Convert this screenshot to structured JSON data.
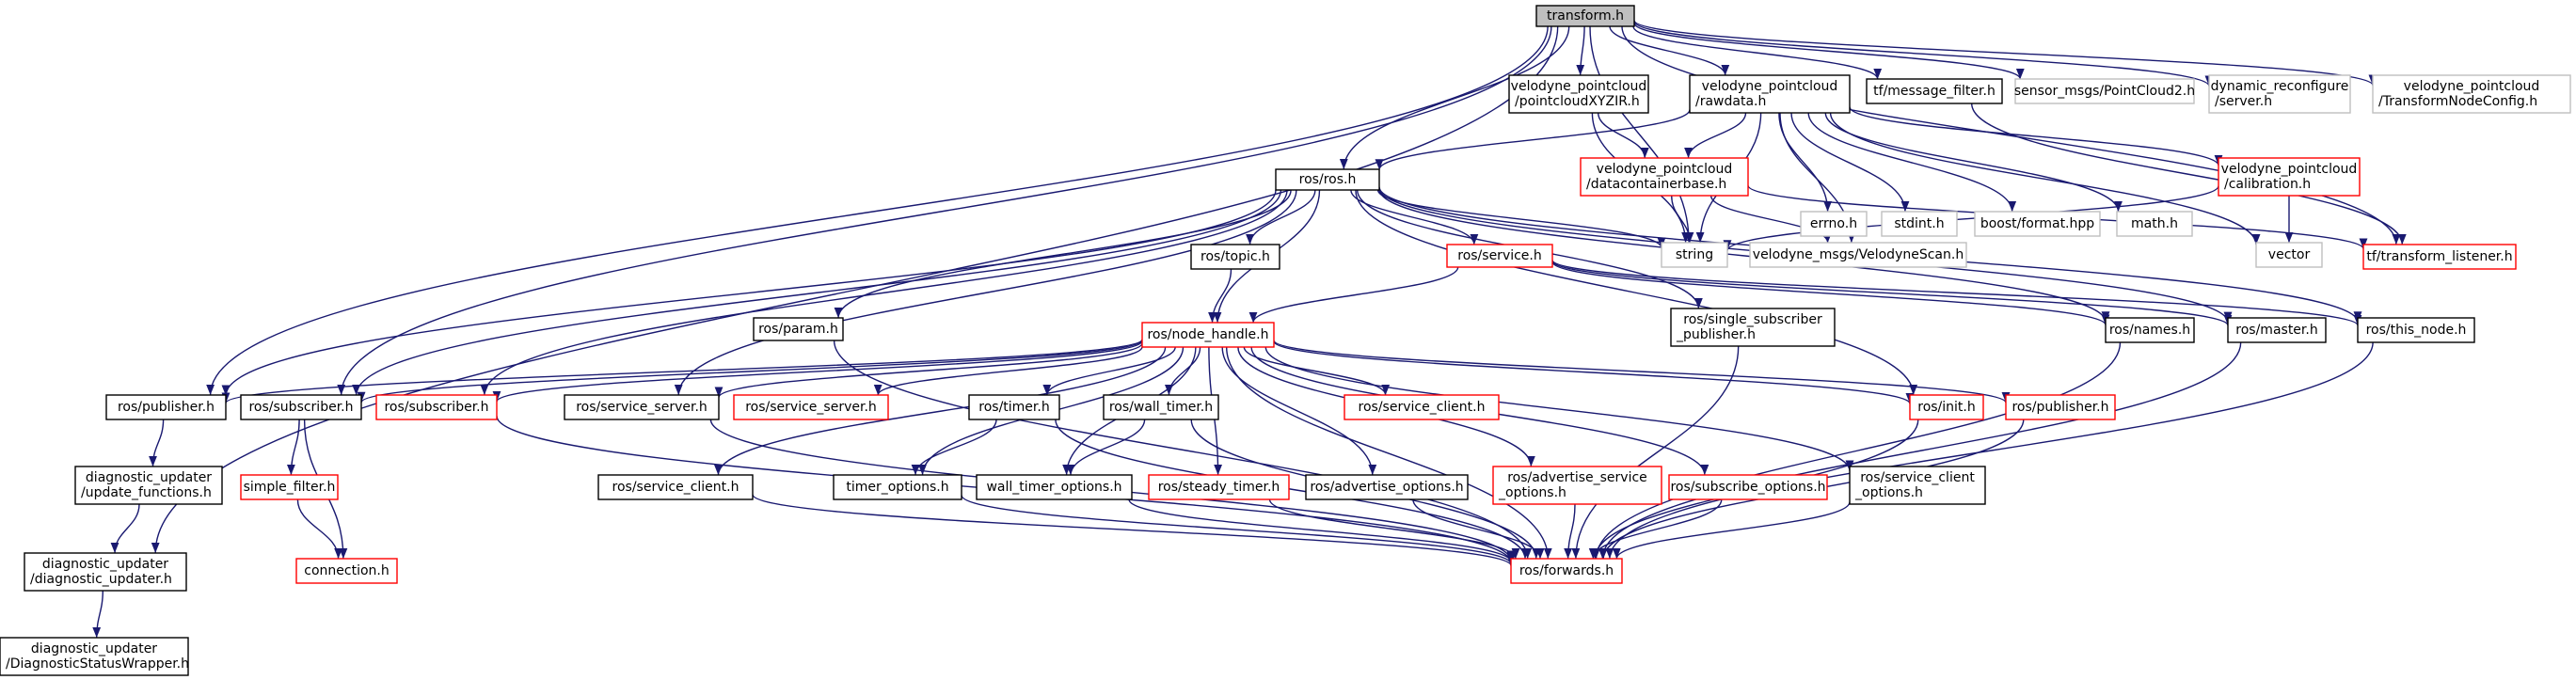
{
  "graph": {
    "colors": {
      "edge": "#191970",
      "root_fill": "#bfbfbf",
      "default_border": "#000000",
      "missing_border": "#bfbfbf",
      "red_border": "#ff0000",
      "missing_text": "#7f7f7f"
    },
    "nodes": [
      {
        "id": "n0",
        "lines": [
          "transform.h"
        ],
        "style": "root"
      },
      {
        "id": "n1",
        "lines": [
          "velodyne_pointcloud",
          "/pointcloudXYZIR.h"
        ],
        "style": "default"
      },
      {
        "id": "n2",
        "lines": [
          "velodyne_pointcloud",
          "/rawdata.h"
        ],
        "style": "default"
      },
      {
        "id": "n3",
        "lines": [
          "tf/message_filter.h"
        ],
        "style": "default"
      },
      {
        "id": "n4",
        "lines": [
          "sensor_msgs/PointCloud2.h"
        ],
        "style": "missing"
      },
      {
        "id": "n5",
        "lines": [
          "dynamic_reconfigure",
          "/server.h"
        ],
        "style": "missing"
      },
      {
        "id": "n6",
        "lines": [
          "velodyne_pointcloud",
          "/TransformNodeConfig.h"
        ],
        "style": "missing"
      },
      {
        "id": "n7",
        "lines": [
          "ros/ros.h"
        ],
        "style": "default"
      },
      {
        "id": "n8",
        "lines": [
          "velodyne_pointcloud",
          "/datacontainerbase.h"
        ],
        "style": "red"
      },
      {
        "id": "n9",
        "lines": [
          "errno.h"
        ],
        "style": "missing"
      },
      {
        "id": "n10",
        "lines": [
          "stdint.h"
        ],
        "style": "missing"
      },
      {
        "id": "n11",
        "lines": [
          "boost/format.hpp"
        ],
        "style": "missing"
      },
      {
        "id": "n12",
        "lines": [
          "math.h"
        ],
        "style": "missing"
      },
      {
        "id": "n13",
        "lines": [
          "velodyne_pointcloud",
          "/calibration.h"
        ],
        "style": "red"
      },
      {
        "id": "n14",
        "lines": [
          "string"
        ],
        "style": "missing"
      },
      {
        "id": "n15",
        "lines": [
          "velodyne_msgs/VelodyneScan.h"
        ],
        "style": "missing"
      },
      {
        "id": "n16",
        "lines": [
          "vector"
        ],
        "style": "missing"
      },
      {
        "id": "n17",
        "lines": [
          "tf/transform_listener.h"
        ],
        "style": "red"
      },
      {
        "id": "n18",
        "lines": [
          "ros/topic.h"
        ],
        "style": "default"
      },
      {
        "id": "n19",
        "lines": [
          "ros/service.h"
        ],
        "style": "red"
      },
      {
        "id": "n20",
        "lines": [
          "ros/param.h"
        ],
        "style": "default"
      },
      {
        "id": "n21",
        "lines": [
          "ros/single_subscriber",
          "_publisher.h"
        ],
        "style": "default"
      },
      {
        "id": "n22",
        "lines": [
          "ros/names.h"
        ],
        "style": "default"
      },
      {
        "id": "n23",
        "lines": [
          "ros/master.h"
        ],
        "style": "default"
      },
      {
        "id": "n24",
        "lines": [
          "ros/this_node.h"
        ],
        "style": "default"
      },
      {
        "id": "n25",
        "lines": [
          "ros/node_handle.h"
        ],
        "style": "red"
      },
      {
        "id": "n26",
        "lines": [
          "ros/publisher.h"
        ],
        "style": "default"
      },
      {
        "id": "n27",
        "lines": [
          "ros/subscriber.h"
        ],
        "style": "default"
      },
      {
        "id": "n28",
        "lines": [
          "ros/subscriber.h"
        ],
        "style": "red"
      },
      {
        "id": "n29",
        "lines": [
          "ros/service_server.h"
        ],
        "style": "default"
      },
      {
        "id": "n30",
        "lines": [
          "ros/service_server.h"
        ],
        "style": "red"
      },
      {
        "id": "n31",
        "lines": [
          "ros/timer.h"
        ],
        "style": "default"
      },
      {
        "id": "n32",
        "lines": [
          "ros/wall_timer.h"
        ],
        "style": "default"
      },
      {
        "id": "n33",
        "lines": [
          "ros/service_client.h"
        ],
        "style": "red"
      },
      {
        "id": "n34",
        "lines": [
          "ros/init.h"
        ],
        "style": "red"
      },
      {
        "id": "n35",
        "lines": [
          "ros/publisher.h"
        ],
        "style": "red"
      },
      {
        "id": "n36",
        "lines": [
          "diagnostic_updater",
          "/update_functions.h"
        ],
        "style": "default"
      },
      {
        "id": "n37",
        "lines": [
          "simple_filter.h"
        ],
        "style": "red"
      },
      {
        "id": "n38",
        "lines": [
          "ros/service_client.h"
        ],
        "style": "default"
      },
      {
        "id": "n39",
        "lines": [
          "timer_options.h"
        ],
        "style": "default"
      },
      {
        "id": "n40",
        "lines": [
          "wall_timer_options.h"
        ],
        "style": "default"
      },
      {
        "id": "n41",
        "lines": [
          "ros/steady_timer.h"
        ],
        "style": "red"
      },
      {
        "id": "n42",
        "lines": [
          "ros/advertise_options.h"
        ],
        "style": "default"
      },
      {
        "id": "n43",
        "lines": [
          "ros/advertise_service",
          "_options.h"
        ],
        "style": "red"
      },
      {
        "id": "n44",
        "lines": [
          "ros/subscribe_options.h"
        ],
        "style": "red"
      },
      {
        "id": "n45",
        "lines": [
          "ros/service_client",
          "_options.h"
        ],
        "style": "default"
      },
      {
        "id": "n46",
        "lines": [
          "diagnostic_updater",
          "/diagnostic_updater.h"
        ],
        "style": "default"
      },
      {
        "id": "n47",
        "lines": [
          "connection.h"
        ],
        "style": "red"
      },
      {
        "id": "n48",
        "lines": [
          "ros/forwards.h"
        ],
        "style": "red"
      },
      {
        "id": "n49",
        "lines": [
          "diagnostic_updater",
          "/DiagnosticStatusWrapper.h"
        ],
        "style": "default"
      }
    ],
    "edges": [
      [
        "n0",
        "n1"
      ],
      [
        "n0",
        "n2"
      ],
      [
        "n0",
        "n3"
      ],
      [
        "n0",
        "n4"
      ],
      [
        "n0",
        "n5"
      ],
      [
        "n0",
        "n6"
      ],
      [
        "n0",
        "n7"
      ],
      [
        "n0",
        "n14"
      ],
      [
        "n0",
        "n17"
      ],
      [
        "n0",
        "n26"
      ],
      [
        "n0",
        "n27"
      ],
      [
        "n0",
        "n46"
      ],
      [
        "n1",
        "n8"
      ],
      [
        "n1",
        "n14"
      ],
      [
        "n2",
        "n7"
      ],
      [
        "n2",
        "n8"
      ],
      [
        "n2",
        "n9"
      ],
      [
        "n2",
        "n10"
      ],
      [
        "n2",
        "n11"
      ],
      [
        "n2",
        "n12"
      ],
      [
        "n2",
        "n13"
      ],
      [
        "n2",
        "n14"
      ],
      [
        "n2",
        "n15"
      ],
      [
        "n2",
        "n16"
      ],
      [
        "n3",
        "n17"
      ],
      [
        "n8",
        "n14"
      ],
      [
        "n8",
        "n15"
      ],
      [
        "n8",
        "n17"
      ],
      [
        "n13",
        "n14"
      ],
      [
        "n13",
        "n16"
      ],
      [
        "n7",
        "n14"
      ],
      [
        "n7",
        "n18"
      ],
      [
        "n7",
        "n19"
      ],
      [
        "n7",
        "n20"
      ],
      [
        "n7",
        "n21"
      ],
      [
        "n7",
        "n22"
      ],
      [
        "n7",
        "n23"
      ],
      [
        "n7",
        "n24"
      ],
      [
        "n7",
        "n25"
      ],
      [
        "n7",
        "n26"
      ],
      [
        "n7",
        "n27"
      ],
      [
        "n7",
        "n28"
      ],
      [
        "n7",
        "n29"
      ],
      [
        "n7",
        "n34"
      ],
      [
        "n18",
        "n25"
      ],
      [
        "n19",
        "n25"
      ],
      [
        "n19",
        "n22"
      ],
      [
        "n19",
        "n23"
      ],
      [
        "n19",
        "n24"
      ],
      [
        "n20",
        "n48"
      ],
      [
        "n21",
        "n48"
      ],
      [
        "n22",
        "n48"
      ],
      [
        "n23",
        "n48"
      ],
      [
        "n24",
        "n48"
      ],
      [
        "n25",
        "n26"
      ],
      [
        "n25",
        "n27"
      ],
      [
        "n25",
        "n28"
      ],
      [
        "n25",
        "n29"
      ],
      [
        "n25",
        "n30"
      ],
      [
        "n25",
        "n31"
      ],
      [
        "n25",
        "n32"
      ],
      [
        "n25",
        "n33"
      ],
      [
        "n25",
        "n34"
      ],
      [
        "n25",
        "n35"
      ],
      [
        "n25",
        "n38"
      ],
      [
        "n25",
        "n39"
      ],
      [
        "n25",
        "n40"
      ],
      [
        "n25",
        "n41"
      ],
      [
        "n25",
        "n42"
      ],
      [
        "n25",
        "n43"
      ],
      [
        "n25",
        "n44"
      ],
      [
        "n25",
        "n45"
      ],
      [
        "n25",
        "n48"
      ],
      [
        "n26",
        "n36"
      ],
      [
        "n27",
        "n37"
      ],
      [
        "n27",
        "n47"
      ],
      [
        "n28",
        "n48"
      ],
      [
        "n29",
        "n48"
      ],
      [
        "n31",
        "n39"
      ],
      [
        "n31",
        "n48"
      ],
      [
        "n32",
        "n40"
      ],
      [
        "n32",
        "n48"
      ],
      [
        "n34",
        "n48"
      ],
      [
        "n35",
        "n48"
      ],
      [
        "n38",
        "n48"
      ],
      [
        "n39",
        "n48"
      ],
      [
        "n40",
        "n48"
      ],
      [
        "n41",
        "n48"
      ],
      [
        "n42",
        "n48"
      ],
      [
        "n43",
        "n48"
      ],
      [
        "n44",
        "n48"
      ],
      [
        "n45",
        "n48"
      ],
      [
        "n36",
        "n46"
      ],
      [
        "n37",
        "n47"
      ],
      [
        "n46",
        "n49"
      ]
    ]
  }
}
